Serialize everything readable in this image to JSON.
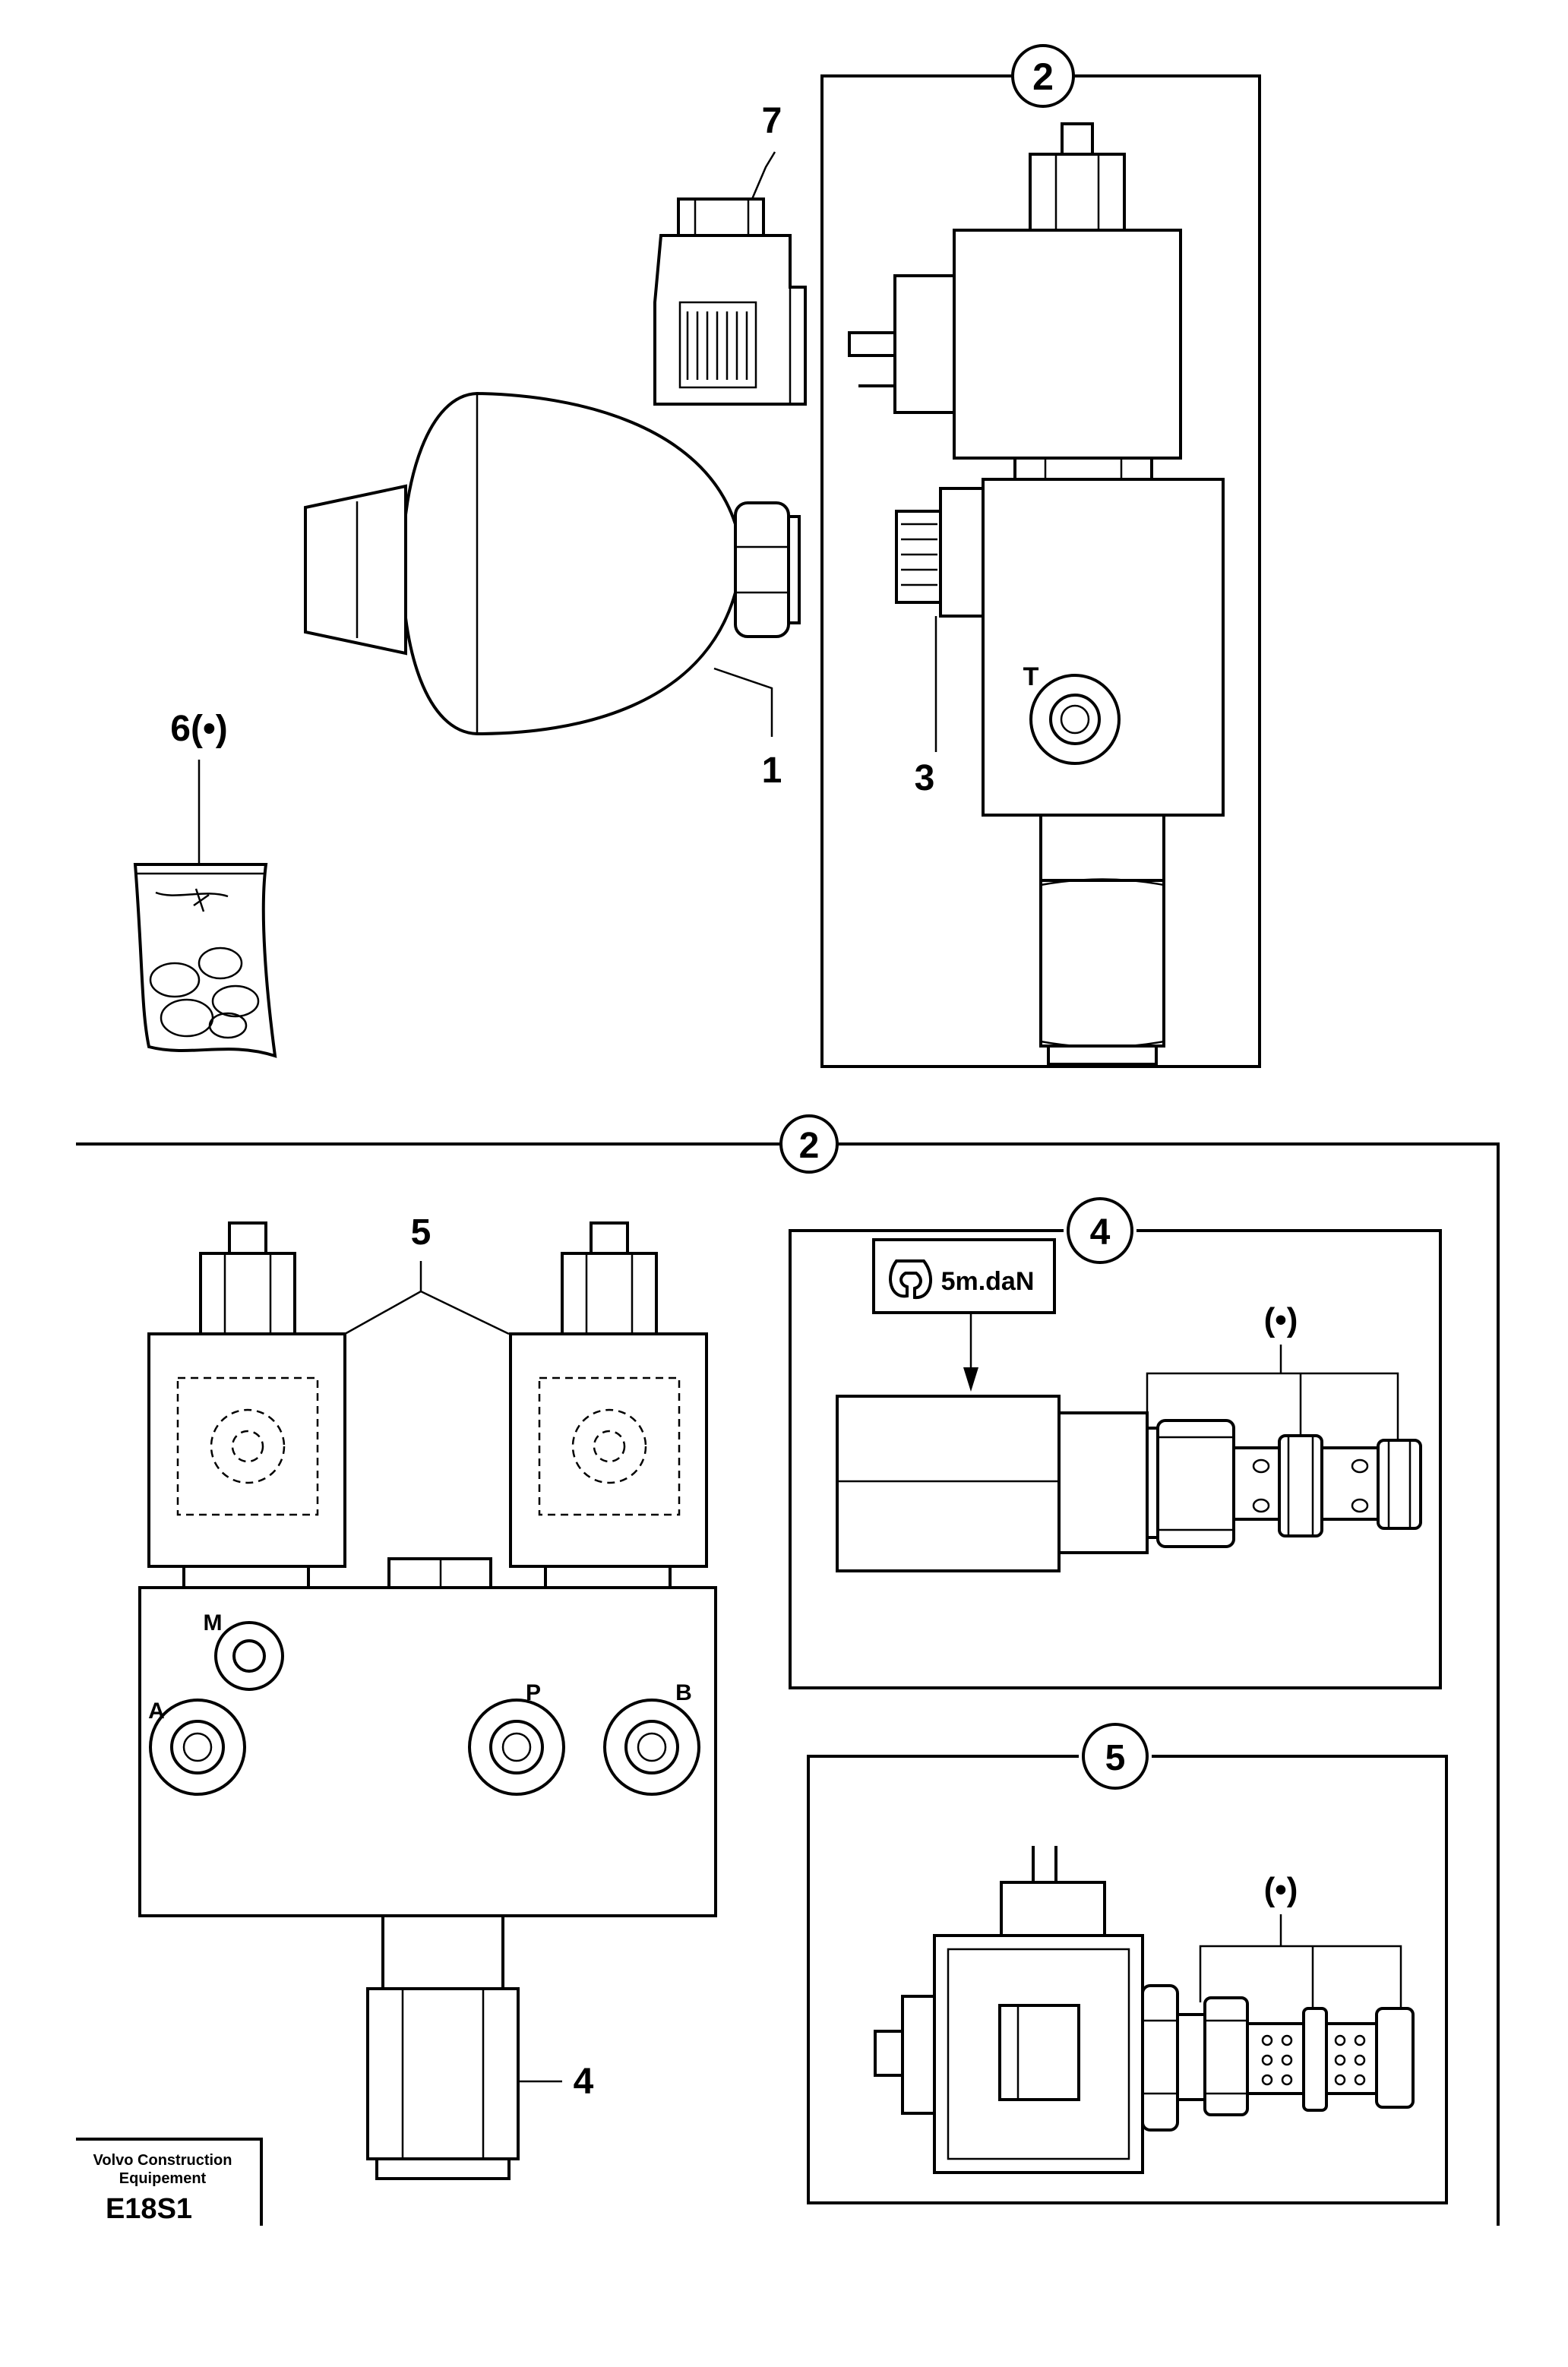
{
  "callouts": {
    "c_top_2": "2",
    "c_bottom_2": "2",
    "c_4": "4",
    "c_5": "5"
  },
  "labels": {
    "l1": "1",
    "l3": "3",
    "l4": "4",
    "l5": "5",
    "l6": "6(•)",
    "l7": "7",
    "dot4": "(•)",
    "dot5": "(•)"
  },
  "torque": "5m.daN",
  "ports": {
    "T": "T",
    "M": "M",
    "A": "A",
    "P": "P",
    "B": "B"
  },
  "title_block": {
    "company_line1": "Volvo Construction",
    "company_line2": "Equipement",
    "code": "E18S1"
  }
}
